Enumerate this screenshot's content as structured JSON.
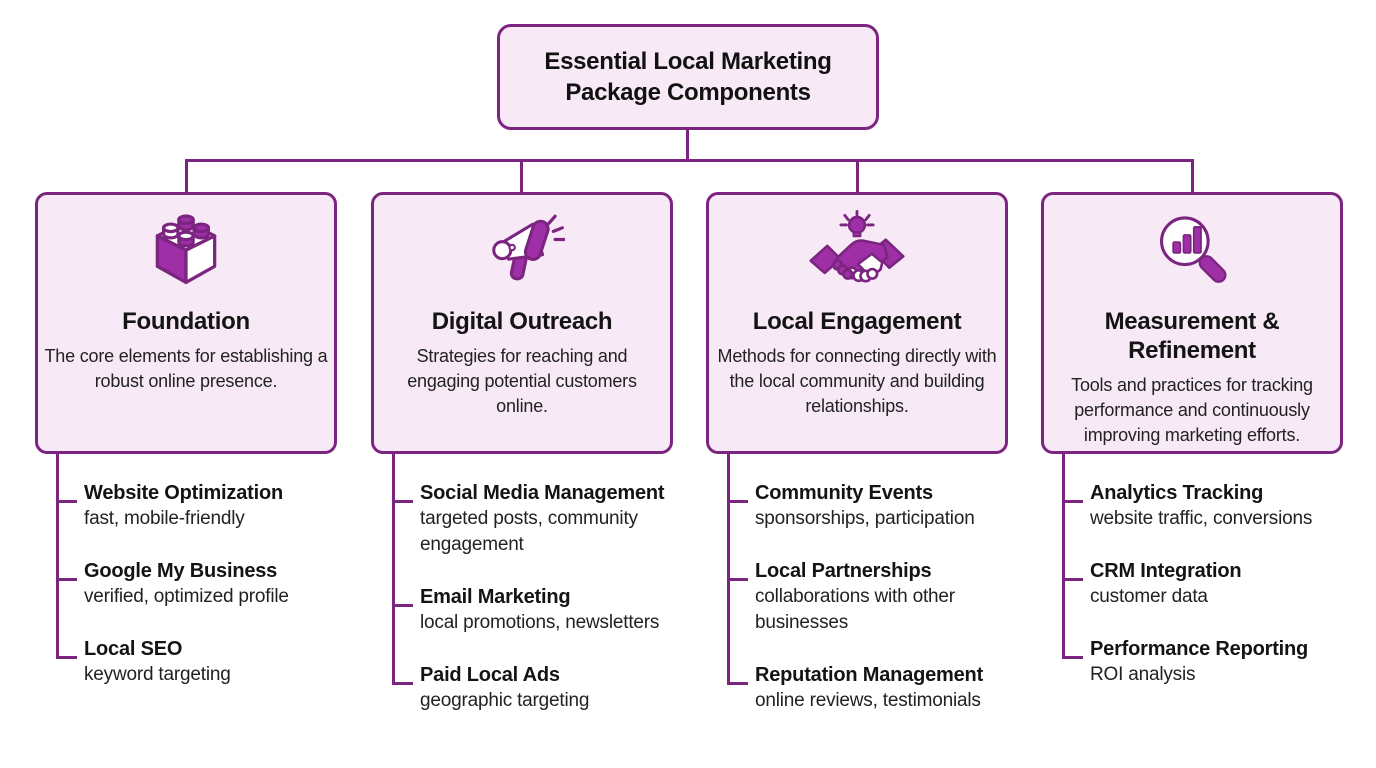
{
  "root": {
    "title": "Essential Local Marketing Package Components"
  },
  "colors": {
    "line": "#7b2580",
    "icon": "#9e2fa6",
    "card_bg": "#f7eaf6",
    "text": "#1b1b1b",
    "canvas_bg": "#ffffff"
  },
  "branches": [
    {
      "title": "Foundation",
      "icon": "brick-icon",
      "description": "The core elements for establishing a robust online presence.",
      "items": [
        {
          "title": "Website Optimization",
          "subtitle": "fast, mobile-friendly"
        },
        {
          "title": "Google My Business",
          "subtitle": "verified, optimized profile"
        },
        {
          "title": "Local SEO",
          "subtitle": "keyword targeting"
        }
      ]
    },
    {
      "title": "Digital Outreach",
      "icon": "megaphone-icon",
      "description": "Strategies for reaching and engaging potential customers online.",
      "items": [
        {
          "title": "Social Media Management",
          "subtitle": "targeted posts, community engagement"
        },
        {
          "title": "Email Marketing",
          "subtitle": "local promotions, newsletters"
        },
        {
          "title": "Paid Local Ads",
          "subtitle": "geographic targeting"
        }
      ]
    },
    {
      "title": "Local Engagement",
      "icon": "handshake-icon",
      "description": "Methods for connecting directly with the local community and building relationships.",
      "items": [
        {
          "title": "Community Events",
          "subtitle": "sponsorships, participation"
        },
        {
          "title": "Local Partnerships",
          "subtitle": "collaborations with other businesses"
        },
        {
          "title": "Reputation Management",
          "subtitle": "online reviews, testimonials"
        }
      ]
    },
    {
      "title": "Measurement & Refinement",
      "icon": "magnifier-chart-icon",
      "description": "Tools and practices for tracking performance and continuously improving marketing efforts.",
      "items": [
        {
          "title": "Analytics Tracking",
          "subtitle": "website traffic, conversions"
        },
        {
          "title": "CRM Integration",
          "subtitle": "customer data"
        },
        {
          "title": "Performance Reporting",
          "subtitle": "ROI analysis"
        }
      ]
    }
  ]
}
